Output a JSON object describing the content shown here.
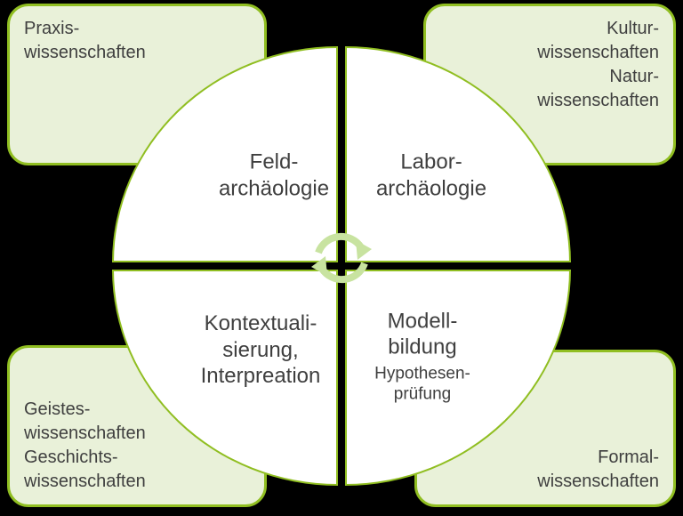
{
  "colors": {
    "accent_green": "#90BE21",
    "box_fill": "#E9F1D9",
    "icon_green": "#C8E3A0",
    "text": "#3F3F3F",
    "quadrant_fill": "#FFFFFF",
    "background": "#000000"
  },
  "corner_boxes": {
    "top_left": {
      "text": "Praxis-\nwissenschaften"
    },
    "top_right": {
      "text": "Kultur-\nwissenschaften\nNatur-\nwissenschaften"
    },
    "bottom_left": {
      "text": "Geistes-\nwissenschaften\nGeschichts-\nwissenschaften"
    },
    "bottom_right": {
      "text": "Formal-\nwissenschaften"
    }
  },
  "quadrants": {
    "top_left": {
      "label": "Feld-\narchäologie"
    },
    "top_right": {
      "label": "Labor-\narchäologie"
    },
    "bottom_left": {
      "label": "Kontextuali-\nsierung,\nInterpreation"
    },
    "bottom_right": {
      "label": "Modell-\nbildung",
      "sublabel": "Hypothesen-\nprüfung"
    }
  },
  "center_icon_name": "cycle-arrows"
}
